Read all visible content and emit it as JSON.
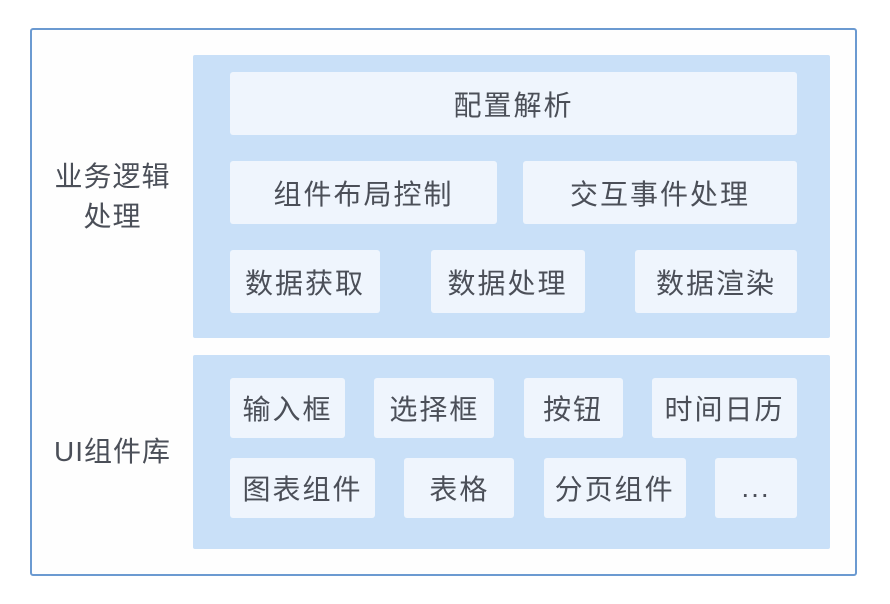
{
  "colors": {
    "frame_border": "#6b9ad1",
    "panel_bg": "#c9e0f8",
    "box_bg": "#eff5fd",
    "text": "#4b4f58",
    "page_bg": "#ffffff"
  },
  "sections": [
    {
      "name": "业务逻辑处理",
      "label_lines": [
        "业务逻辑",
        "处理"
      ],
      "rows": [
        [
          "配置解析"
        ],
        [
          "组件布局控制",
          "交互事件处理"
        ],
        [
          "数据获取",
          "数据处理",
          "数据渲染"
        ]
      ]
    },
    {
      "name": "UI组件库",
      "label_lines": [
        "UI组件库"
      ],
      "rows": [
        [
          "输入框",
          "选择框",
          "按钮",
          "时间日历"
        ],
        [
          "图表组件",
          "表格",
          "分页组件",
          "..."
        ]
      ]
    }
  ]
}
